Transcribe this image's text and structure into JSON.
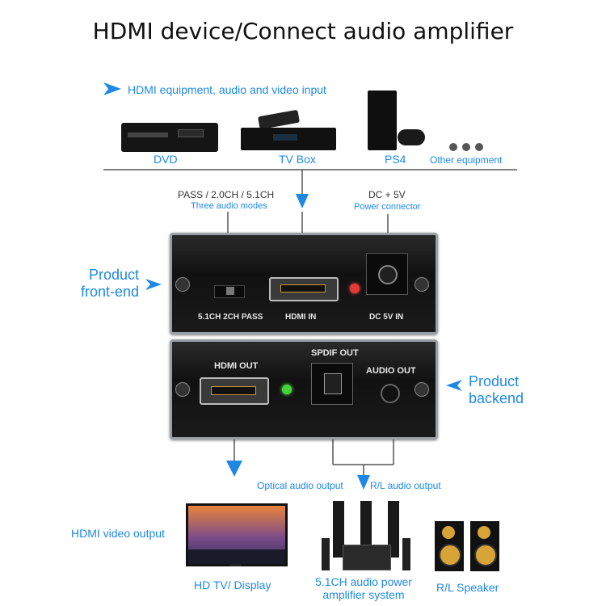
{
  "title": "HDMI device/Connect audio amplifier",
  "input_label": "HDMI equipment, audio and video input",
  "devices": {
    "dvd": "DVD",
    "tvbox": "TV Box",
    "ps4": "PS4",
    "other": "Other equipment"
  },
  "front": {
    "mode_title": "PASS / 2.0CH / 5.1CH",
    "mode_sub": "Three audio modes",
    "power_title": "DC + 5V",
    "power_sub": "Power connector",
    "side_label_1": "Product",
    "side_label_2": "front-end",
    "switch_label": "5.1CH 2CH PASS",
    "hdmi_in": "HDMI IN",
    "dc_in": "DC 5V IN"
  },
  "back": {
    "side_label_1": "Product",
    "side_label_2": "backend",
    "hdmi_out": "HDMI OUT",
    "spdif_out": "SPDIF OUT",
    "audio_out": "AUDIO OUT"
  },
  "outputs": {
    "optical": "Optical audio output",
    "rl": "R/L audio output",
    "video": "HDMI video output",
    "tv": "HD TV/ Display",
    "amp_1": "5.1CH audio power",
    "amp_2": "amplifier system",
    "speaker": "R/L Speaker"
  },
  "colors": {
    "accent": "#1e88e5",
    "panel": "#1a1a1a",
    "led_red": "#e53935",
    "led_green": "#43d43a"
  }
}
